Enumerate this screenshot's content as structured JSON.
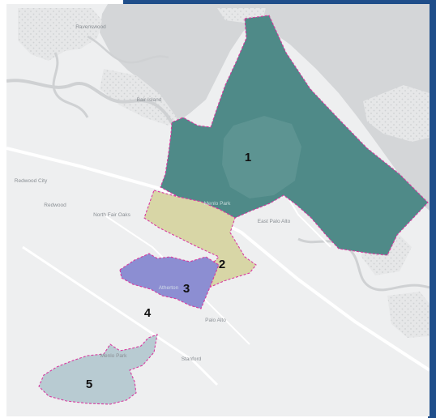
{
  "map": {
    "colors": {
      "background": "#eeeff0",
      "water": "#d4d6d8",
      "marsh": "#e3e4e5",
      "road": "#ffffff",
      "district_border": "#d93aa0",
      "frame": "#1f4e8a"
    },
    "districts": [
      {
        "number": "1",
        "color": "#4f8a88"
      },
      {
        "number": "2",
        "color": "#d8d6a6"
      },
      {
        "number": "3",
        "color": "#8c8ed2"
      },
      {
        "number": "4",
        "color": "#b68acb"
      },
      {
        "number": "5",
        "color": "#b8cbd2"
      }
    ],
    "places": {
      "redwood_city": "Redwood City",
      "redwood_sub": "Redwood",
      "north_fair_oaks": "North Fair Oaks",
      "menlo_park": "Menlo Park",
      "east_palo_alto": "East Palo Alto",
      "atherton": "Atherton",
      "palo_alto": "Palo Alto",
      "menlo_sub": "Menlo Park",
      "stanford": "Stanford",
      "bair_island": "Bair Island",
      "ravenswood": "Ravenswood"
    }
  }
}
